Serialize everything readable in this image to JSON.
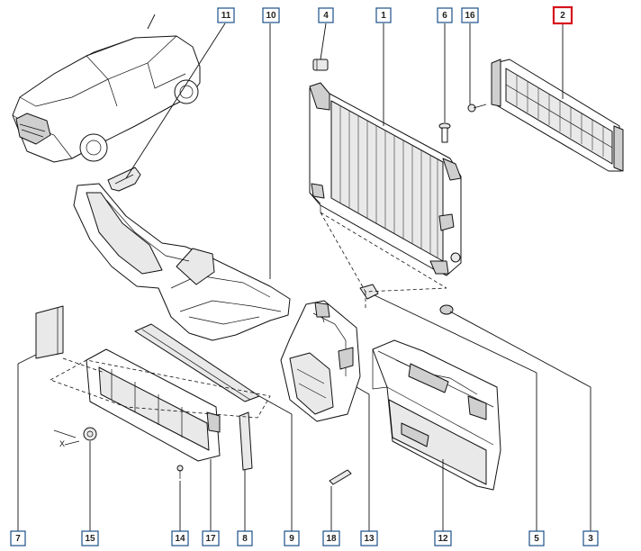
{
  "callouts": [
    {
      "id": "c11",
      "label": "11",
      "highlight": false
    },
    {
      "id": "c10",
      "label": "10",
      "highlight": false
    },
    {
      "id": "c4",
      "label": "4",
      "highlight": false
    },
    {
      "id": "c1",
      "label": "1",
      "highlight": false
    },
    {
      "id": "c6",
      "label": "6",
      "highlight": false
    },
    {
      "id": "c16",
      "label": "16",
      "highlight": false
    },
    {
      "id": "c2",
      "label": "2",
      "highlight": true
    },
    {
      "id": "c7",
      "label": "7",
      "highlight": false
    },
    {
      "id": "c15",
      "label": "15",
      "highlight": false
    },
    {
      "id": "c14",
      "label": "14",
      "highlight": false
    },
    {
      "id": "c17",
      "label": "17",
      "highlight": false
    },
    {
      "id": "c8",
      "label": "8",
      "highlight": false
    },
    {
      "id": "c9",
      "label": "9",
      "highlight": false
    },
    {
      "id": "c18",
      "label": "18",
      "highlight": false
    },
    {
      "id": "c13",
      "label": "13",
      "highlight": false
    },
    {
      "id": "c12",
      "label": "12",
      "highlight": false
    },
    {
      "id": "c5",
      "label": "5",
      "highlight": false
    },
    {
      "id": "c3",
      "label": "3",
      "highlight": false
    }
  ],
  "fastener_mark": "X",
  "colors": {
    "highlight": "#d6121b",
    "callout_border": "#1b4f8a"
  }
}
